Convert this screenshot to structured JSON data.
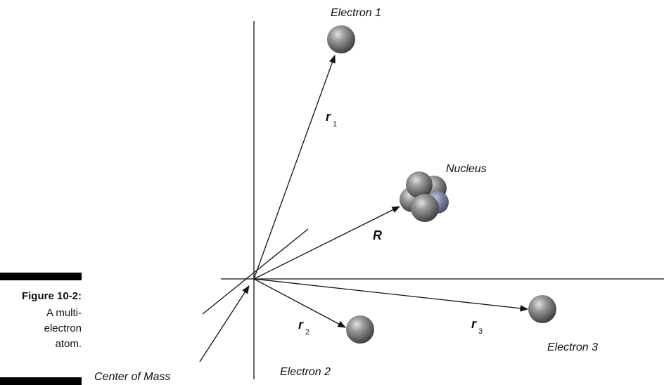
{
  "caption": {
    "title": "Figure 10-2:",
    "body": "A multi-electron atom."
  },
  "labels": {
    "electron1": "Electron 1",
    "electron2": "Electron 2",
    "electron3": "Electron 3",
    "nucleus": "Nucleus",
    "center_of_mass": "Center of Mass"
  },
  "vectors": {
    "r1": {
      "symbol": "r",
      "subscript": "1"
    },
    "r2": {
      "symbol": "r",
      "subscript": "2"
    },
    "r3": {
      "symbol": "r",
      "subscript": "3"
    },
    "R": {
      "symbol": "R"
    }
  },
  "colors": {
    "sphere": "#6b6b6b",
    "sphere_highlight": "#d8d8d8",
    "proton": "#6f7596",
    "line": "#111111"
  }
}
